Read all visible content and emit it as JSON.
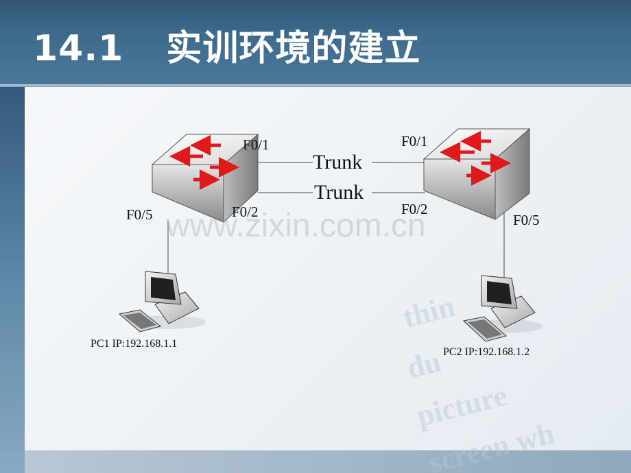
{
  "slide": {
    "number": "14.1",
    "title": "实训环境的建立"
  },
  "diagram": {
    "switch1": {
      "port_top": "F0/1",
      "port_bottom": "F0/2",
      "port_down": "F0/5"
    },
    "switch2": {
      "port_top": "F0/1",
      "port_bottom": "F0/2",
      "port_down": "F0/5"
    },
    "link1_label": "Trunk",
    "link2_label": "Trunk",
    "pc1_label": "PC1 IP:192.168.1.1",
    "pc2_label": "PC2 IP:192.168.1.2"
  },
  "watermark": "www.zixin.com.cn",
  "background_text": [
    "thin",
    "du",
    "picture",
    "screen wh"
  ],
  "colors": {
    "arrow": "#e01a1a",
    "title_text": "#ffffff"
  }
}
